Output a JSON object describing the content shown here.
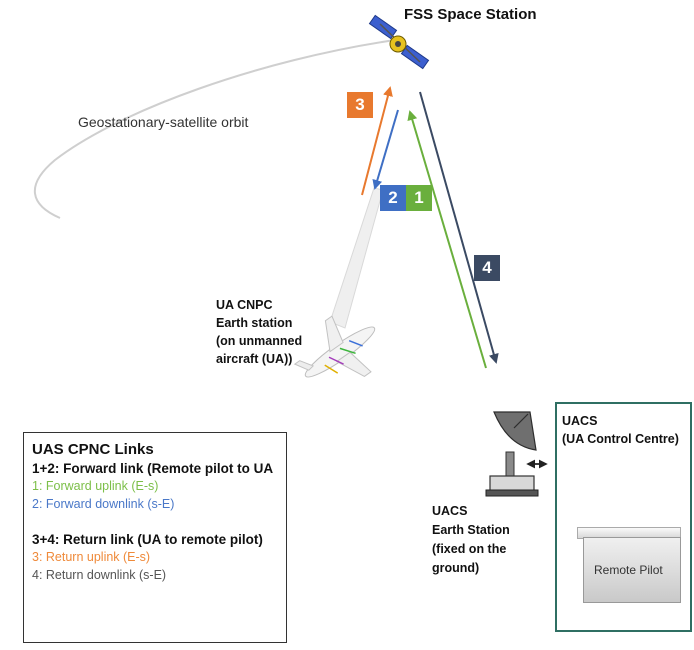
{
  "satellite_label": "FSS Space Station",
  "orbit_label": "Geostationary-satellite orbit",
  "ua_station_label": [
    "UA CNPC",
    "Earth station",
    "(on unmanned",
    "aircraft (UA))"
  ],
  "uacs_station_label": [
    "UACS",
    "Earth Station",
    "(fixed on the",
    "ground)"
  ],
  "uacs_box_label": [
    "UACS",
    "(UA Control Centre)"
  ],
  "remote_pilot_label": "Remote Pilot",
  "links": [
    {
      "number": "1",
      "color": "#6aaf3d"
    },
    {
      "number": "2",
      "color": "#3f6fc4"
    },
    {
      "number": "3",
      "color": "#e8792e"
    },
    {
      "number": "4",
      "color": "#3b4a63"
    }
  ],
  "legend": {
    "title": "UAS CPNC Links",
    "forward_heading": "1+2: Forward link (Remote pilot to UA",
    "forward_uplink": "1: Forward uplink  (E-s)",
    "forward_downlink": "2: Forward downlink  (s-E)",
    "return_heading": "3+4: Return link (UA to remote pilot)",
    "return_uplink": "3: Return uplink  (E-s)",
    "return_downlink": "4: Return downlink  (s-E)",
    "colors": {
      "forward_uplink": "#7cbf48",
      "forward_downlink": "#4a78c8",
      "return_uplink": "#ef8a3a",
      "return_downlink": "#555555"
    }
  }
}
